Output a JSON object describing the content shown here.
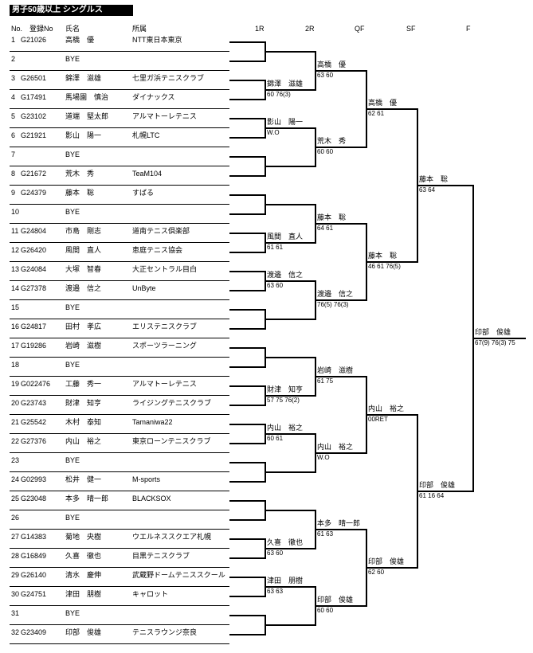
{
  "title": "男子50歳以上 シングルス",
  "headers": {
    "no": "No.",
    "id": "登録No",
    "name": "氏名",
    "club": "所属",
    "r1": "1R",
    "r2": "2R",
    "qf": "QF",
    "sf": "SF",
    "f": "F"
  },
  "players": [
    {
      "no": "1",
      "id": "G21026",
      "name": "高橋　優",
      "club": "NTT東日本東京"
    },
    {
      "no": "2",
      "id": "",
      "name": "BYE",
      "club": ""
    },
    {
      "no": "3",
      "id": "G26501",
      "name": "錦澤　滋雄",
      "club": "七里ガ浜テニスクラブ"
    },
    {
      "no": "4",
      "id": "G17491",
      "name": "馬場園　慎治",
      "club": "ダイナックス"
    },
    {
      "no": "5",
      "id": "G23102",
      "name": "道端　堅太郎",
      "club": "アルマトーレテニス"
    },
    {
      "no": "6",
      "id": "G21921",
      "name": "影山　陽一",
      "club": "札幌LTC"
    },
    {
      "no": "7",
      "id": "",
      "name": "BYE",
      "club": ""
    },
    {
      "no": "8",
      "id": "G21672",
      "name": "荒木　秀",
      "club": "TeaM104"
    },
    {
      "no": "9",
      "id": "G24379",
      "name": "藤本　聡",
      "club": "すばる"
    },
    {
      "no": "10",
      "id": "",
      "name": "BYE",
      "club": ""
    },
    {
      "no": "11",
      "id": "G24804",
      "name": "市島　剛志",
      "club": "道南テニス倶楽部"
    },
    {
      "no": "12",
      "id": "G26420",
      "name": "風間　直人",
      "club": "恵庭テニス協会"
    },
    {
      "no": "13",
      "id": "G24084",
      "name": "大塚　智春",
      "club": "大正セントラル目白"
    },
    {
      "no": "14",
      "id": "G27378",
      "name": "渡邉　信之",
      "club": "UnByte"
    },
    {
      "no": "15",
      "id": "",
      "name": "BYE",
      "club": ""
    },
    {
      "no": "16",
      "id": "G24817",
      "name": "田村　孝広",
      "club": "エリステニスクラブ"
    },
    {
      "no": "17",
      "id": "G19286",
      "name": "岩崎　滋樹",
      "club": "スポーツラーニング"
    },
    {
      "no": "18",
      "id": "",
      "name": "BYE",
      "club": ""
    },
    {
      "no": "19",
      "id": "G022476",
      "name": "工藤　秀一",
      "club": "アルマトーレテニス"
    },
    {
      "no": "20",
      "id": "G23743",
      "name": "財津　知亨",
      "club": "ライジングテニスクラブ"
    },
    {
      "no": "21",
      "id": "G25542",
      "name": "木村　泰知",
      "club": "Tamaniwa22"
    },
    {
      "no": "22",
      "id": "G27376",
      "name": "内山　裕之",
      "club": "東京ローンテニスクラブ"
    },
    {
      "no": "23",
      "id": "",
      "name": "BYE",
      "club": ""
    },
    {
      "no": "24",
      "id": "G02993",
      "name": "松井　健一",
      "club": "M-sports"
    },
    {
      "no": "25",
      "id": "G23048",
      "name": "本多　晴一郎",
      "club": "BLACKSOX"
    },
    {
      "no": "26",
      "id": "",
      "name": "BYE",
      "club": ""
    },
    {
      "no": "27",
      "id": "G14383",
      "name": "菊地　央樹",
      "club": "ウエルネススクエア札幌"
    },
    {
      "no": "28",
      "id": "G16849",
      "name": "久喜　徹也",
      "club": "目黒テニスクラブ"
    },
    {
      "no": "29",
      "id": "G26140",
      "name": "清水　慶伸",
      "club": "武蔵野ドームテニススクール"
    },
    {
      "no": "30",
      "id": "G24751",
      "name": "津田　朋樹",
      "club": "キャロット"
    },
    {
      "no": "31",
      "id": "",
      "name": "BYE",
      "club": ""
    },
    {
      "no": "32",
      "id": "G23409",
      "name": "印部　俊雄",
      "club": "テニスラウンジ奈良"
    }
  ],
  "results": {
    "r1": [
      {
        "name": "",
        "score": ""
      },
      {
        "name": "錦澤　滋雄",
        "score": "60 76(3)"
      },
      {
        "name": "影山　陽一",
        "score": "W.O"
      },
      {
        "name": "",
        "score": ""
      },
      {
        "name": "",
        "score": ""
      },
      {
        "name": "風間　直人",
        "score": "61 61"
      },
      {
        "name": "渡邉　信之",
        "score": "63 60"
      },
      {
        "name": "",
        "score": ""
      },
      {
        "name": "",
        "score": ""
      },
      {
        "name": "財津　知亨",
        "score": "57 75 76(2)"
      },
      {
        "name": "内山　裕之",
        "score": "60 61"
      },
      {
        "name": "",
        "score": ""
      },
      {
        "name": "",
        "score": ""
      },
      {
        "name": "久喜　徹也",
        "score": "63 60"
      },
      {
        "name": "津田　朋樹",
        "score": "63 63"
      },
      {
        "name": "",
        "score": ""
      }
    ],
    "r2": [
      {
        "name": "高橋　優",
        "score": "63 60"
      },
      {
        "name": "荒木　秀",
        "score": "60 60"
      },
      {
        "name": "藤本　聡",
        "score": "64 61"
      },
      {
        "name": "渡邉　信之",
        "score": "76(5) 76(3)"
      },
      {
        "name": "岩崎　滋樹",
        "score": "61 75"
      },
      {
        "name": "内山　裕之",
        "score": "W.O"
      },
      {
        "name": "本多　晴一郎",
        "score": "61 63"
      },
      {
        "name": "印部　俊雄",
        "score": "60 60"
      }
    ],
    "qf": [
      {
        "name": "高橋　優",
        "score": "62 61"
      },
      {
        "name": "藤本　聡",
        "score": "46 61 76(5)"
      },
      {
        "name": "内山　裕之",
        "score": "00RET"
      },
      {
        "name": "印部　俊雄",
        "score": "62 60"
      }
    ],
    "sf": [
      {
        "name": "藤本　聡",
        "score": "63 64"
      },
      {
        "name": "印部　俊雄",
        "score": "61 16 64"
      }
    ],
    "f": [
      {
        "name": "印部　俊雄",
        "score": "67(9) 76(3) 75"
      }
    ]
  }
}
